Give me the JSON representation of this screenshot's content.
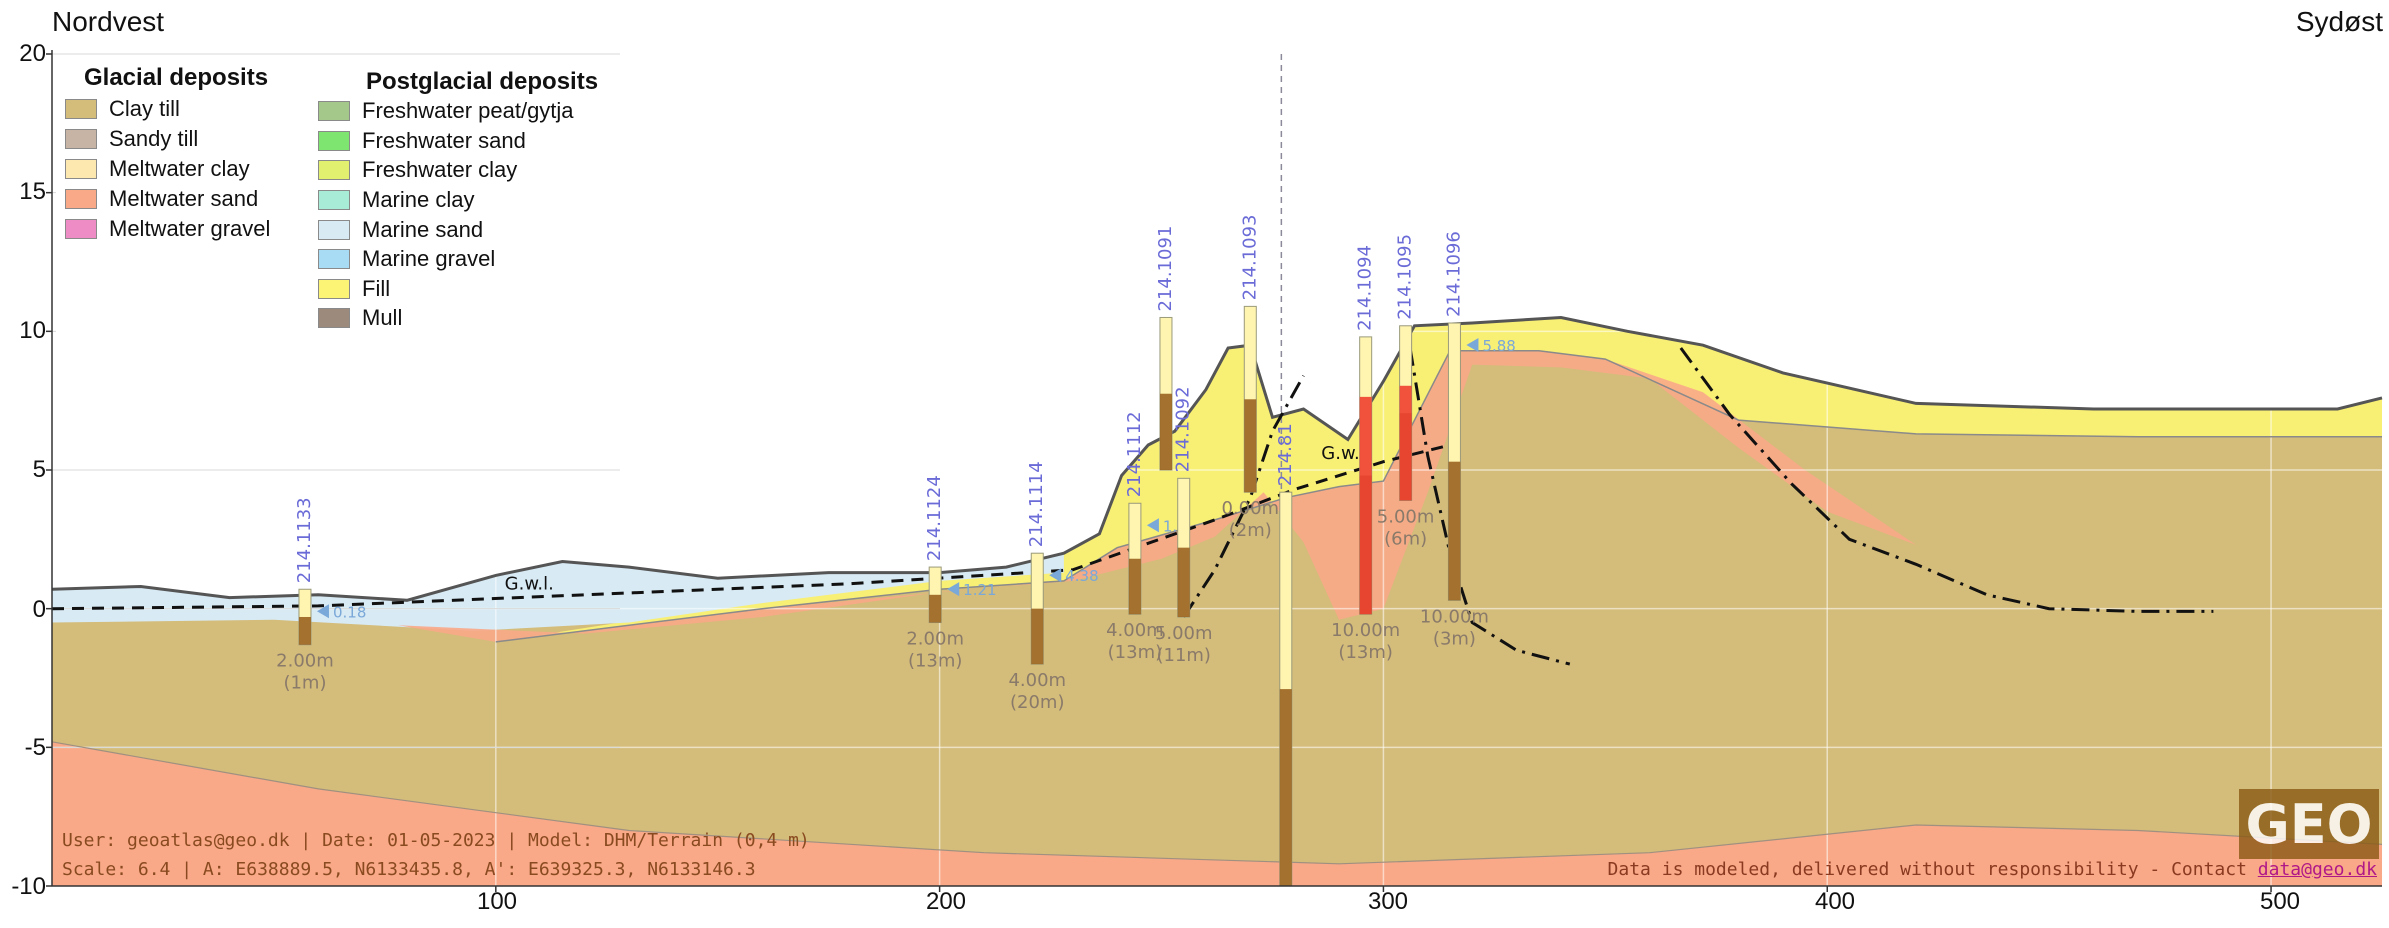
{
  "header": {
    "left_direction": "Nordvest",
    "right_direction": "Sydøst"
  },
  "axes": {
    "y_ticks": [
      "20",
      "15",
      "10",
      "5",
      "0",
      "-5",
      "-10"
    ],
    "x_ticks": [
      "100",
      "200",
      "300",
      "400",
      "500"
    ],
    "x_range": [
      0,
      525
    ],
    "y_range": [
      -10,
      20
    ]
  },
  "legend": {
    "glacial_title": "Glacial deposits",
    "glacial": [
      {
        "label": "Clay till",
        "color": "#d4bc7a"
      },
      {
        "label": "Sandy till",
        "color": "#c8b4a4"
      },
      {
        "label": "Meltwater clay",
        "color": "#fde8b0"
      },
      {
        "label": "Meltwater sand",
        "color": "#f9a988"
      },
      {
        "label": "Meltwater gravel",
        "color": "#ee8cc6"
      }
    ],
    "postglacial_title": "Postglacial deposits",
    "postglacial": [
      {
        "label": "Freshwater peat/gytja",
        "color": "#a4c88a"
      },
      {
        "label": "Freshwater sand",
        "color": "#7ee670"
      },
      {
        "label": "Freshwater clay",
        "color": "#e2f070"
      },
      {
        "label": "Marine clay",
        "color": "#a8ecd8"
      },
      {
        "label": "Marine sand",
        "color": "#d8eaf4"
      },
      {
        "label": "Marine gravel",
        "color": "#a8dcf4"
      },
      {
        "label": "Fill",
        "color": "#fcf474"
      },
      {
        "label": "Mull",
        "color": "#9c8a7c"
      }
    ]
  },
  "profile": {
    "terrain": [
      [
        0,
        0.7
      ],
      [
        20,
        0.8
      ],
      [
        40,
        0.4
      ],
      [
        60,
        0.5
      ],
      [
        80,
        0.3
      ],
      [
        100,
        1.2
      ],
      [
        115,
        1.7
      ],
      [
        130,
        1.5
      ],
      [
        150,
        1.1
      ],
      [
        175,
        1.3
      ],
      [
        200,
        1.3
      ],
      [
        215,
        1.5
      ],
      [
        228,
        2.0
      ],
      [
        236,
        2.7
      ],
      [
        241,
        4.8
      ],
      [
        247,
        5.9
      ],
      [
        253,
        6.4
      ],
      [
        260,
        7.9
      ],
      [
        265,
        9.4
      ],
      [
        270,
        9.5
      ],
      [
        275,
        6.9
      ],
      [
        282,
        7.2
      ],
      [
        292,
        6.1
      ],
      [
        300,
        8.2
      ],
      [
        307,
        10.2
      ],
      [
        320,
        10.3
      ],
      [
        340,
        10.5
      ],
      [
        355,
        10.0
      ],
      [
        372,
        9.5
      ],
      [
        390,
        8.5
      ],
      [
        420,
        7.4
      ],
      [
        460,
        7.2
      ],
      [
        490,
        7.2
      ],
      [
        515,
        7.2
      ],
      [
        525,
        7.6
      ]
    ],
    "marine_sand_base": [
      [
        0,
        -0.5
      ],
      [
        50,
        -0.4
      ],
      [
        95,
        -0.8
      ],
      [
        130,
        -0.5
      ],
      [
        160,
        0.2
      ],
      [
        200,
        1.0
      ],
      [
        228,
        1.3
      ]
    ],
    "meltwater_sand_lower_top": [
      [
        0,
        -4.8
      ],
      [
        60,
        -6.5
      ],
      [
        130,
        -8.0
      ],
      [
        210,
        -8.8
      ],
      [
        290,
        -9.2
      ],
      [
        360,
        -8.8
      ],
      [
        420,
        -7.8
      ],
      [
        470,
        -8.0
      ],
      [
        525,
        -8.5
      ]
    ],
    "clay_till_upper": [
      [
        100,
        -1.2
      ],
      [
        160,
        0.0
      ],
      [
        200,
        0.7
      ],
      [
        228,
        1.0
      ],
      [
        240,
        2.2
      ],
      [
        262,
        3.2
      ],
      [
        278,
        4.0
      ],
      [
        290,
        4.4
      ],
      [
        300,
        4.6
      ],
      [
        315,
        9.3
      ],
      [
        335,
        9.3
      ],
      [
        350,
        9.0
      ],
      [
        380,
        6.8
      ],
      [
        420,
        6.3
      ],
      [
        470,
        6.2
      ],
      [
        525,
        6.2
      ]
    ],
    "meltwater_sand_upper": [
      [
        78,
        -0.6
      ],
      [
        100,
        -1.2
      ],
      [
        160,
        0.0
      ],
      [
        228,
        1.0
      ],
      [
        240,
        2.2
      ],
      [
        262,
        3.2
      ],
      [
        278,
        4.0
      ],
      [
        290,
        4.4
      ],
      [
        300,
        4.6
      ],
      [
        315,
        9.3
      ],
      [
        335,
        9.3
      ],
      [
        350,
        9.0
      ],
      [
        372,
        7.8
      ],
      [
        395,
        5.0
      ],
      [
        420,
        2.3
      ],
      [
        400,
        3.5
      ],
      [
        380,
        5.8
      ],
      [
        360,
        8.3
      ],
      [
        340,
        8.7
      ],
      [
        320,
        8.8
      ],
      [
        310,
        4.2
      ],
      [
        300,
        0.0
      ],
      [
        290,
        -0.4
      ],
      [
        282,
        2.4
      ],
      [
        273,
        4.2
      ],
      [
        262,
        2.6
      ],
      [
        250,
        1.8
      ],
      [
        230,
        1.0
      ],
      [
        200,
        0.6
      ],
      [
        160,
        -0.3
      ],
      [
        120,
        -0.9
      ],
      [
        78,
        -0.6
      ]
    ],
    "fill_band_top": [
      [
        200,
        1.3
      ],
      [
        215,
        1.5
      ],
      [
        228,
        2.0
      ],
      [
        236,
        2.7
      ],
      [
        241,
        4.8
      ],
      [
        247,
        5.9
      ],
      [
        253,
        6.4
      ],
      [
        260,
        7.9
      ],
      [
        265,
        9.4
      ],
      [
        270,
        9.5
      ],
      [
        275,
        6.9
      ],
      [
        282,
        7.2
      ],
      [
        292,
        6.1
      ],
      [
        300,
        8.2
      ],
      [
        307,
        10.2
      ],
      [
        320,
        10.3
      ],
      [
        340,
        10.5
      ],
      [
        355,
        10.0
      ],
      [
        372,
        9.5
      ],
      [
        390,
        8.5
      ],
      [
        420,
        7.4
      ],
      [
        460,
        7.2
      ],
      [
        490,
        7.2
      ],
      [
        515,
        7.2
      ],
      [
        525,
        7.6
      ]
    ],
    "groundwater": [
      [
        0,
        0.0
      ],
      [
        60,
        0.1
      ],
      [
        120,
        0.5
      ],
      [
        180,
        0.9
      ],
      [
        230,
        1.4
      ],
      [
        262,
        3.2
      ],
      [
        280,
        4.3
      ],
      [
        300,
        5.3
      ],
      [
        315,
        5.9
      ]
    ],
    "dashdot_lines": [
      [
        [
          255,
          -0.3
        ],
        [
          262,
          1.4
        ],
        [
          270,
          4.0
        ],
        [
          275,
          6.4
        ],
        [
          282,
          8.4
        ]
      ],
      [
        [
          306,
          9.4
        ],
        [
          310,
          5.5
        ],
        [
          315,
          2.0
        ],
        [
          320,
          -0.5
        ],
        [
          330,
          -1.5
        ],
        [
          342,
          -2.0
        ]
      ],
      [
        [
          367,
          9.4
        ],
        [
          378,
          7.0
        ],
        [
          392,
          4.5
        ],
        [
          405,
          2.5
        ],
        [
          420,
          1.6
        ],
        [
          436,
          0.5
        ],
        [
          450,
          0.0
        ],
        [
          470,
          -0.1
        ],
        [
          487,
          -0.1
        ]
      ]
    ],
    "vertical_marker_x": 277
  },
  "boreholes": [
    {
      "id": "214.1133",
      "x": 57,
      "top": 0.7,
      "bottom": -1.3,
      "label": "2.00m",
      "sub": "(1m)",
      "water": "0.18"
    },
    {
      "id": "214.1124",
      "x": 199,
      "top": 1.5,
      "bottom": -0.5,
      "label": "2.00m",
      "sub": "(13m)",
      "water": "1.21"
    },
    {
      "id": "214.1114",
      "x": 222,
      "top": 2.0,
      "bottom": -2.0,
      "label": "4.00m",
      "sub": "(20m)",
      "water": "4.38"
    },
    {
      "id": "214.1112",
      "x": 244,
      "top": 3.8,
      "bottom": -0.2,
      "label": "4.00m",
      "sub": "(13m)",
      "water": "1.3"
    },
    {
      "id": "214.1091",
      "x": 251,
      "top": 10.5,
      "bottom": 5.0,
      "label": "",
      "sub": "",
      "water": ""
    },
    {
      "id": "214.1092",
      "x": 255,
      "top": 4.7,
      "bottom": -0.3,
      "label": "5.00m",
      "sub": "(11m)",
      "water": ""
    },
    {
      "id": "214.1093",
      "x": 270,
      "top": 10.9,
      "bottom": 4.2,
      "label": "0.00m",
      "sub": "(2m)",
      "water": ""
    },
    {
      "id": "214.81",
      "x": 278,
      "top": 4.2,
      "bottom": -10.0,
      "label": "",
      "sub": "",
      "water": ""
    },
    {
      "id": "214.1094",
      "x": 296,
      "top": 9.8,
      "bottom": -0.2,
      "label": "10.00m",
      "sub": "(13m)",
      "water": ""
    },
    {
      "id": "214.1095",
      "x": 305,
      "top": 10.2,
      "bottom": 3.9,
      "label": "5.00m",
      "sub": "(6m)",
      "water": ""
    },
    {
      "id": "214.1096",
      "x": 316,
      "top": 10.3,
      "bottom": 0.3,
      "label": "10.00m",
      "sub": "(3m)",
      "water": "5.88"
    }
  ],
  "gwl_labels": [
    "G.w.l.",
    "G.w.l."
  ],
  "footer": {
    "line1": "User: geoatlas@geo.dk | Date: 01-05-2023 | Model: DHM/Terrain (0,4 m)",
    "line2": "Scale: 6.4 | A: E638889.5, N6133435.8, A': E639325.3, N6133146.3",
    "credit": "Data is modeled, delivered without responsibility - Contact",
    "credit_link": "data@geo.dk",
    "logo": "GEO"
  },
  "colors": {
    "clay_till": "#d4bc7a",
    "meltwater_sand": "#f9a988",
    "marine_sand": "#d8eaf4",
    "fill": "#fcf474",
    "borehole_brown": "#9a6420",
    "borehole_red": "#ee4030",
    "borehole_label": "#6b6bd8",
    "water_marker": "#7aa8d8",
    "grid": "#d8d8d8"
  }
}
